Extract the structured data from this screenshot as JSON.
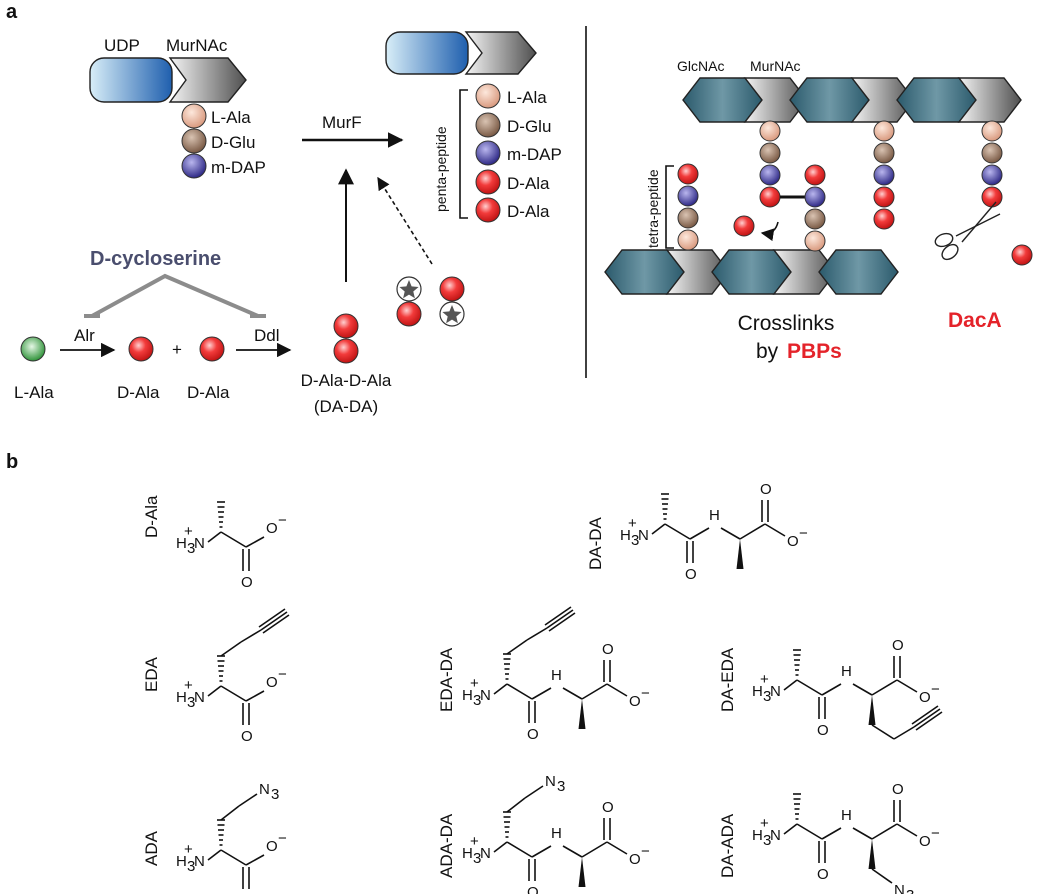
{
  "panel_a": {
    "panel_label": "a",
    "udp_label": "UDP",
    "murnac_label": "MurNAc",
    "residues_left": [
      "L-Ala",
      "D-Glu",
      "m-DAP"
    ],
    "murf_label": "MurF",
    "residues_right": [
      "L-Ala",
      "D-Glu",
      "m-DAP",
      "D-Ala",
      "D-Ala"
    ],
    "penta_label": "penta-peptide",
    "inhibitor_label": "D-cycloserine",
    "alr_label": "Alr",
    "ddl_label": "Ddl",
    "plus_sign": "+",
    "lala_label": "L-Ala",
    "dala1_label": "D-Ala",
    "dala2_label": "D-Ala",
    "dimer_label": "D-Ala-D-Ala",
    "dimer_abbr": "(DA-DA)",
    "glcnac_label": "GlcNAc",
    "murnac2_label": "MurNAc",
    "tetra_label": "tetra-peptide",
    "crosslinks_line1": "Crosslinks",
    "crosslinks_by": "by ",
    "pbps_label": "PBPs",
    "daca_label": "DacA"
  },
  "panel_b": {
    "panel_label": "b",
    "names": [
      "D-Ala",
      "DA-DA",
      "EDA",
      "EDA-DA",
      "DA-EDA",
      "ADA",
      "ADA-DA",
      "DA-ADA"
    ],
    "atoms": {
      "h3n": "H",
      "h3n_sub": "3",
      "n": "N",
      "plus": "+",
      "o": "O",
      "minus": "−",
      "h": "H",
      "n3": "N",
      "n3_sub": "3"
    }
  },
  "colors": {
    "udp_dark": "#1f5fae",
    "udp_light": "#d8eaf6",
    "sugar_dark": "#2d5b6e",
    "sugar_light": "#a5c3cd",
    "murnac_dark": "#555555",
    "murnac_light": "#f2f2f2",
    "l_ala": "#e3b39a",
    "d_glu": "#8a6a55",
    "m_dap": "#3f3a9a",
    "d_ala": "#e42222",
    "l_ala_free": "#3a9a3f",
    "inhibitor_text": "#4a4e6e",
    "highlight_red": "#e4232a"
  }
}
